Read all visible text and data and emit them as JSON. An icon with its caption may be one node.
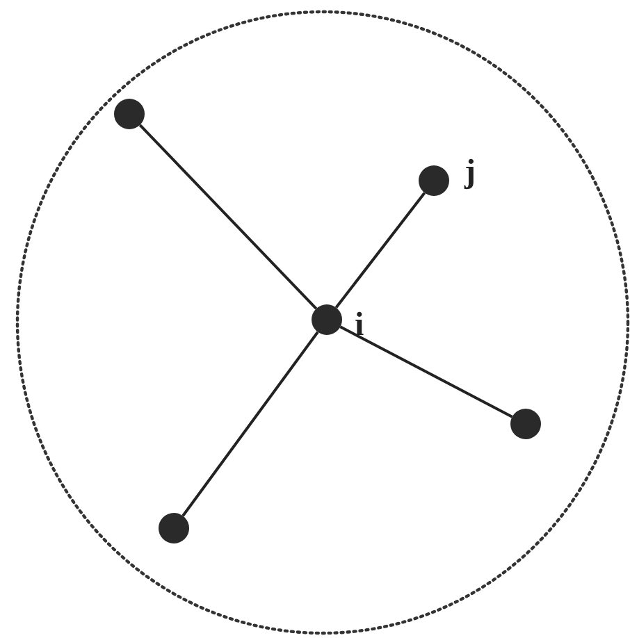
{
  "diagram": {
    "nodes": [
      {
        "text": [],
        "shape": "circle"
      },
      {
        "text": [],
        "shape": "circle",
        "in": 0
      },
      {
        "text": [],
        "shape": "circle",
        "in": 0,
        "beside": [
          "j"
        ]
      },
      {
        "text": [],
        "shape": "circle",
        "in": 0,
        "beside": [
          "i"
        ]
      },
      {
        "text": [],
        "shape": "circle",
        "in": 0
      },
      {
        "text": [],
        "shape": "circle",
        "in": 0
      }
    ],
    "edges": [
      {
        "from": 3,
        "to": 1,
        "arrow": "none"
      },
      {
        "from": 3,
        "to": 2,
        "arrow": "none"
      },
      {
        "from": 3,
        "to": 4,
        "arrow": "none"
      },
      {
        "from": 3,
        "to": 5,
        "arrow": "none"
      }
    ]
  }
}
